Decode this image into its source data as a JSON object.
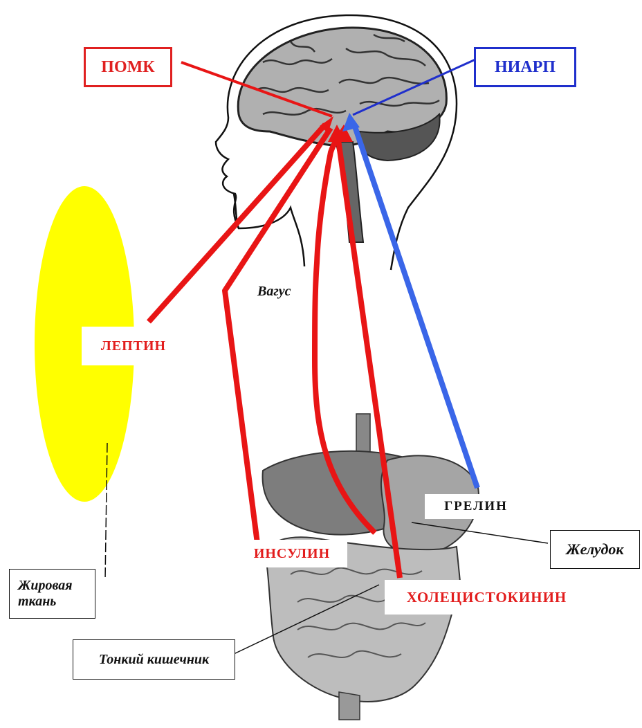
{
  "brain_markers": {
    "pomc": "ПОМК",
    "niarp": "НИАРП"
  },
  "hormones": {
    "leptin": "ЛЕПТИН",
    "insulin": "ИНСУЛИН",
    "ghrelin": "ГРЕЛИН",
    "cholecystokinin": "ХОЛЕЦИСТОКИНИН"
  },
  "nerve": {
    "vagus": "Вагус"
  },
  "organs": {
    "adipose_line1": "Жировая",
    "adipose_line2": "ткань",
    "stomach": "Желудок",
    "small_intestine": "Тонкий кишечник"
  },
  "colors": {
    "stimulating": "#e81515",
    "inhibiting_pathway": "#3a66e8",
    "adipose": "#ffff00",
    "anatomy_gray": "#9a9a9a"
  }
}
